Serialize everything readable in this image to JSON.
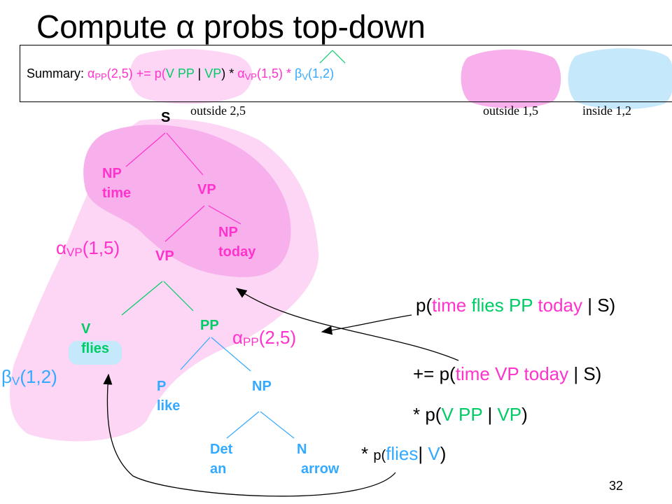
{
  "title": {
    "prefix": "Compute ",
    "alpha": "α",
    "suffix": " probs top-down"
  },
  "summary": {
    "lead": "Summary:  ",
    "alpha1": "α",
    "sub1": "PP",
    "args1": "(2,5) += p(",
    "v": "V",
    "pp": " PP",
    "bar": " | ",
    "vp": "VP",
    "close1": ") * ",
    "alpha2": "α",
    "sub2": "VP",
    "args2": "(1,5) * ",
    "beta": "β",
    "sub3": "V",
    "args3": "(1,2)",
    "outside25": "outside 2,5",
    "outside15": "outside 1,5",
    "inside12": "inside 1,2"
  },
  "tree": {
    "s": "S",
    "np_label": "NP",
    "np_word": "time",
    "vp_top": "VP",
    "vp_mid": "VP",
    "np2_label": "NP",
    "np2_word": "today",
    "v_label": "V",
    "v_word": "flies",
    "pp": "PP",
    "p_label": "P",
    "p_word": "like",
    "np3": "NP",
    "det_label": "Det",
    "det_word": "an",
    "n_label": "N",
    "n_word": "arrow"
  },
  "labels": {
    "alpha_vp": {
      "sym": "α",
      "sub": "VP",
      "args": "(1,5)"
    },
    "alpha_pp": {
      "sym": "α",
      "sub": "PP",
      "args": "(2,5)"
    },
    "beta_v": {
      "sym": "β",
      "sub": "V",
      "args": "(1,2)"
    }
  },
  "formula": {
    "line1": {
      "pre": "p(",
      "time": "time",
      "flies": " flies",
      "pp": " PP",
      "today": " today",
      "bar": " | ",
      "s": "S",
      "post": ")"
    },
    "line2": {
      "pre": "+= p(",
      "time": "time",
      "vp": " VP",
      "today": " today",
      "bar": " | ",
      "s": "S",
      "post": ")"
    },
    "line3": {
      "pre": "* p(",
      "v": "V",
      "pp": " PP",
      "bar": " | ",
      "vp": "VP",
      "post": ")"
    },
    "line4": {
      "pre": "* ",
      "p": "p(",
      "flies": "flies",
      "bar": "| ",
      "v": "V",
      "post": ")"
    }
  },
  "page_number": "32",
  "colors": {
    "magenta": "#ff33cc",
    "green": "#00cc66",
    "blue": "#33aaff",
    "pink_light": "#fcd6f4",
    "pink_mid": "#f7b0ec",
    "blue_light": "#c6e8fb"
  }
}
